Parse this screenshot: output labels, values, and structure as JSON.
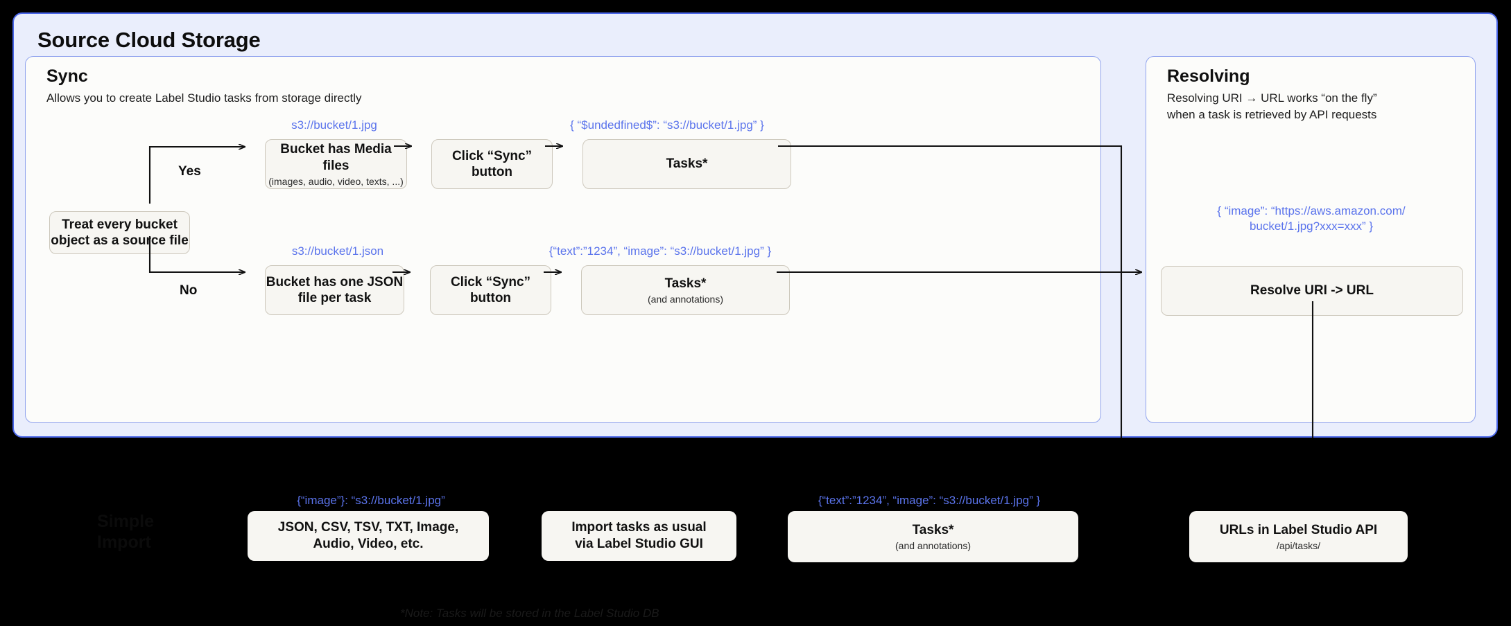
{
  "outer": {
    "title": "Source Cloud Storage"
  },
  "sync": {
    "title": "Sync",
    "subtitle": "Allows you to create Label Studio tasks from storage directly",
    "decision": {
      "label": "Treat every bucket\nobject as a source file"
    },
    "branches": {
      "yes_label": "Yes",
      "no_label": "No"
    },
    "yes_row": {
      "annotation_1": "s3://bucket/1.jpg",
      "node_1_main": "Bucket has Media files",
      "node_1_sub": "(images, audio, video, texts, ...)",
      "node_2_main": "Click “Sync” button",
      "annotation_2": "{ “$undedfined$”: “s3://bucket/1.jpg” }",
      "node_3_main": "Tasks*"
    },
    "no_row": {
      "annotation_1": "s3://bucket/1.json",
      "node_1_main": "Bucket has one JSON\nfile per task",
      "node_2_main": "Click “Sync” button",
      "annotation_2": "{“text”:”1234”,  “image”: “s3://bucket/1.jpg” }",
      "node_3_main": "Tasks*",
      "node_3_sub": "(and annotations)"
    }
  },
  "resolving": {
    "title": "Resolving",
    "subtitle": "Resolving URI → URL works “on the fly”\nwhen a task is retrieved by API requests",
    "annotation": "{ “image”: “https://aws.amazon.com/\nbucket/1.jpg?xxx=xxx” }",
    "node_main": "Resolve URI -> URL"
  },
  "bottom": {
    "ghost_label": "Simple\nImport",
    "annotation_1": "{“image”}: “s3://bucket/1.jpg”",
    "node_1_main": "JSON, CSV, TSV, TXT, Image,\nAudio, Video, etc.",
    "node_2_main": "Import tasks as usual\nvia Label Studio GUI",
    "annotation_2": "{“text”:”1234”,  “image”: “s3://bucket/1.jpg” }",
    "node_3_main": "Tasks*",
    "node_3_sub": "(and annotations)",
    "node_4_main": "URLs in Label Studio API",
    "node_4_sub": "/api/tasks/",
    "footnote": "*Note: Tasks will be stored in the Label Studio DB"
  },
  "colors": {
    "panel_bg": "#eaeefc",
    "panel_border": "#4a66e8",
    "card_bg": "#fcfcfa",
    "card_border": "#8fa2ee",
    "node_bg": "#f7f6f2",
    "node_border": "#cdc8bc",
    "annotation": "#5b74ec",
    "background": "#000000"
  }
}
